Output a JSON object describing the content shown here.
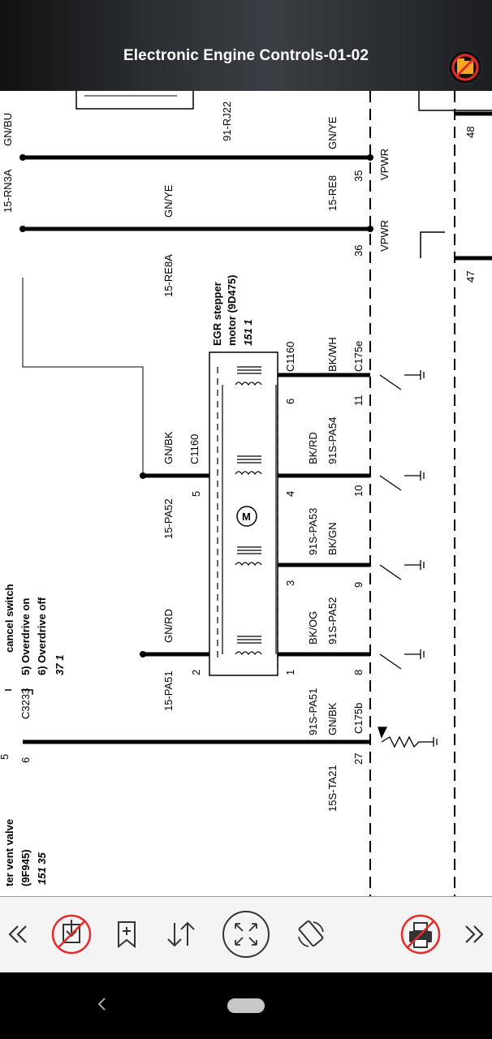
{
  "header": {
    "title": "Electronic Engine Controls-01-02",
    "icon": "no-folder-icon"
  },
  "diagram": {
    "labels": {
      "gn_bu": "GN/BU",
      "c15_rn3a": "15-RN3A",
      "gn_ye_1": "GN/YE",
      "c15_re8a": "15-RE8A",
      "rj22": "91-RJ22",
      "gn_ye_2": "GN/YE",
      "c15_re8": "15-RE8",
      "pin_35": "35",
      "pin_36": "36",
      "vpwr_1": "VPWR",
      "vpwr_2": "VPWR",
      "pin_48": "48",
      "pin_47": "47",
      "egr_title": "EGR stepper",
      "egr_sub": "motor (9D475)",
      "egr_ref": "151  1",
      "c1160_top": "C1160",
      "bk_wh": "BK/WH",
      "c175e": "C175e",
      "pin_6": "6",
      "pin_11": "11",
      "gn_bk_top": "GN/BK",
      "c1160_mid": "C1160",
      "bk_rd": "BK/RD",
      "s91_pa54": "91S-PA54",
      "c15_pa52": "15-PA52",
      "pin_5": "5",
      "pin_4": "4",
      "pin_10": "10",
      "s91_pa53": "91S-PA53",
      "bk_gn": "BK/GN",
      "gn_rd": "GN/RD",
      "pin_3": "3",
      "pin_9": "9",
      "bk_og": "BK/OG",
      "s91_pa52": "91S-PA52",
      "cancel_switch": "cancel switch",
      "overdrive_on": "5)  Overdrive on",
      "overdrive_off": "6)  Overdrive off",
      "ref_37_1": "37    1",
      "c3233": "C3233",
      "c15_pa51": "15-PA51",
      "pin_2": "2",
      "pin_1": "1",
      "pin_8": "8",
      "s91_pa51": "91S-PA51",
      "gn_bk_low": "GN/BK",
      "c175b": "C175b",
      "pin_6b": "6",
      "pin_5b": "5",
      "ta21": "15S-TA21",
      "pin_27": "27",
      "vent_valve": "ter vent valve",
      "part_9f945": "(9F945)",
      "ref_151_35": "151   35",
      "motor": "M"
    }
  },
  "toolbar": {
    "buttons": [
      {
        "name": "first-page",
        "icon": "double-chevron-left-icon"
      },
      {
        "name": "no-download",
        "icon": "no-download-icon"
      },
      {
        "name": "bookmark-add",
        "icon": "bookmark-plus-icon"
      },
      {
        "name": "sort",
        "icon": "sort-arrows-icon"
      },
      {
        "name": "fit-screen",
        "icon": "expand-arrows-icon"
      },
      {
        "name": "rotate",
        "icon": "rotate-icon"
      },
      {
        "name": "no-print",
        "icon": "no-print-icon"
      },
      {
        "name": "last-page",
        "icon": "double-chevron-right-icon"
      }
    ]
  },
  "navbar": {
    "back": "back-chevron-icon",
    "home": "home-pill"
  }
}
